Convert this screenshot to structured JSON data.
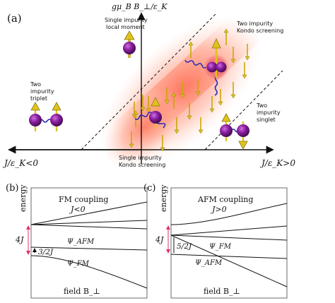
{
  "figure": {
    "panel_a": {
      "label": "(a)",
      "y_axis_label": "gμ_B B_⊥/ε_K",
      "x_axis_left_label": "J/ε_K<0",
      "x_axis_right_label": "J/ε_K>0",
      "regions": {
        "single_local_moment": [
          "Single impurity",
          "local moment"
        ],
        "two_kondo_screening": [
          "Two impurity",
          "Kondo screening"
        ],
        "two_triplet": [
          "Two",
          "impurity",
          "triplet"
        ],
        "two_singlet": [
          "Two",
          "impurity",
          "singlet"
        ],
        "single_kondo_screening": [
          "Single impurity",
          "Kondo screening"
        ]
      }
    },
    "panel_b": {
      "label": "(b)",
      "y_label": "energy",
      "x_label": "field B_⊥",
      "title": "FM coupling",
      "condition": "J<0",
      "gap_outer": "4J",
      "gap_inner": "3/2J",
      "state_upper": "Ψ_AFM",
      "state_lower": "Ψ_FM"
    },
    "panel_c": {
      "label": "(c)",
      "y_label": "energy",
      "x_label": "field B_⊥",
      "title": "AFM coupling",
      "condition": "J>0",
      "gap_outer": "4J",
      "gap_inner": "5/2J",
      "state_upper": "Ψ_FM",
      "state_lower": "Ψ_AFM"
    },
    "colors": {
      "spin_ball": "#7a1590",
      "spin_arrow": "#e0c21a",
      "spin_arrow_edge": "#8a7a10",
      "bond": "#2a2ab8",
      "kondo_glow": "#ff8a70",
      "gap_arrow": "#e0306a"
    }
  }
}
